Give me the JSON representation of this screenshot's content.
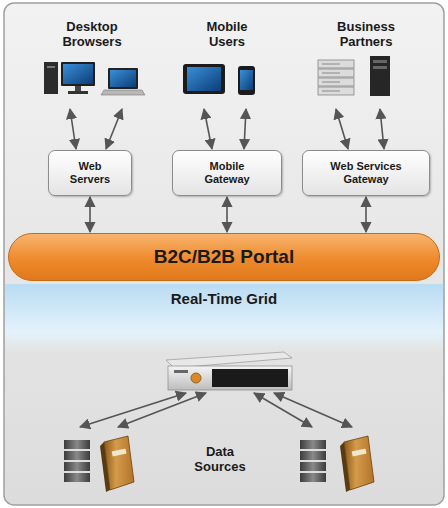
{
  "diagram": {
    "nodes": [
      {
        "text": [
          "Desktop Browsers"
        ]
      },
      {
        "text": [
          "Mobile Users"
        ]
      },
      {
        "text": [
          "Business Partners"
        ]
      },
      {
        "text": [
          "Web Servers"
        ]
      },
      {
        "text": [
          "Mobile Gateway"
        ]
      },
      {
        "text": [
          "Web Services Gateway"
        ]
      },
      {
        "text": [
          "B2C/B2B Portal"
        ]
      },
      {
        "text": [
          "Real-Time Grid"
        ]
      },
      {
        "text": [
          "Data Sources"
        ]
      }
    ],
    "edges": [
      {
        "from": 0,
        "to": 3,
        "arrow": "both"
      },
      {
        "from": 0,
        "to": 3,
        "arrow": "both"
      },
      {
        "from": 1,
        "to": 4,
        "arrow": "both"
      },
      {
        "from": 1,
        "to": 4,
        "arrow": "both"
      },
      {
        "from": 2,
        "to": 5,
        "arrow": "both"
      },
      {
        "from": 2,
        "to": 5,
        "arrow": "both"
      },
      {
        "from": 3,
        "to": 6,
        "arrow": "both"
      },
      {
        "from": 4,
        "to": 6,
        "arrow": "both"
      },
      {
        "from": 5,
        "to": 6,
        "arrow": "both"
      },
      {
        "from": 7,
        "to": 8,
        "arrow": "both"
      },
      {
        "from": 7,
        "to": 8,
        "arrow": "both"
      },
      {
        "from": 7,
        "to": 8,
        "arrow": "both"
      },
      {
        "from": 7,
        "to": 8,
        "arrow": "both"
      }
    ]
  }
}
